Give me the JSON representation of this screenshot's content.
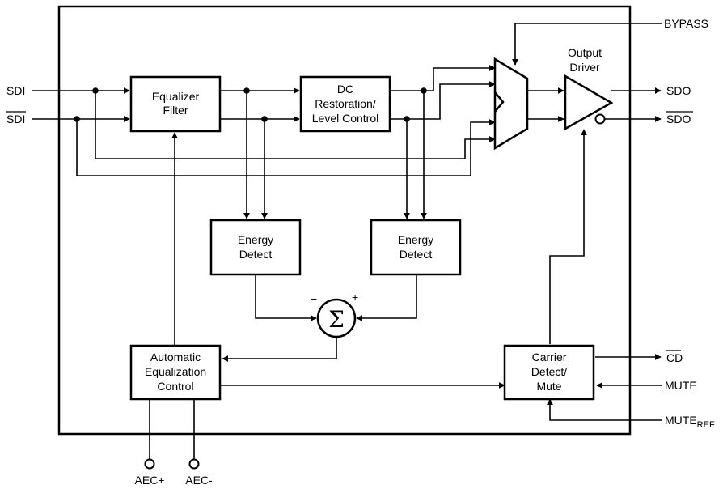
{
  "pins": {
    "sdi": "SDI",
    "sdi_n": "SDI",
    "sdo": "SDO",
    "sdo_n": "SDO",
    "bypass": "BYPASS",
    "cd_n": "CD",
    "mute": "MUTE",
    "mute_ref_main": "MUTE",
    "mute_ref_sub": "REF",
    "aec_p": "AEC+",
    "aec_n": "AEC-"
  },
  "blocks": {
    "equalizer": [
      "Equalizer",
      "Filter"
    ],
    "dc_restoration": [
      "DC",
      "Restoration/",
      "Level Control"
    ],
    "energy_detect_1": [
      "Energy",
      "Detect"
    ],
    "energy_detect_2": [
      "Energy",
      "Detect"
    ],
    "aec": [
      "Automatic",
      "Equalization",
      "Control"
    ],
    "carrier_detect": [
      "Carrier",
      "Detect/",
      "Mute"
    ],
    "output_driver": [
      "Output",
      "Driver"
    ]
  },
  "summer": {
    "symbol": "Σ",
    "minus": "−",
    "plus": "+"
  }
}
